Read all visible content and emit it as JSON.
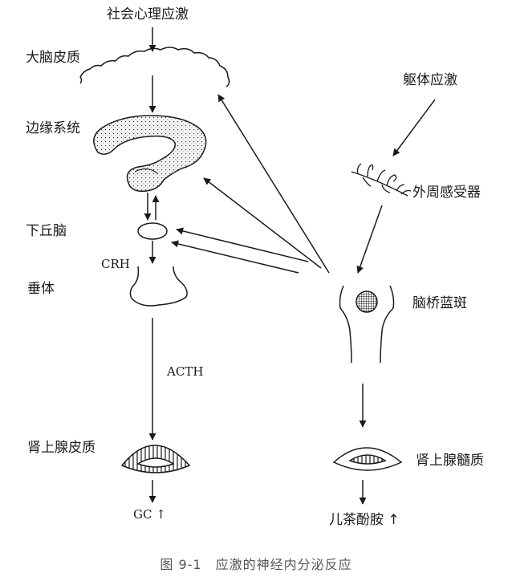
{
  "nodes": {
    "social_stress": "社会心理应激",
    "cortex": "大脑皮质",
    "limbic": "边缘系统",
    "hypothalamus": "下丘脑",
    "crh": "CRH",
    "pituitary": "垂体",
    "acth": "ACTH",
    "adrenal_cortex": "肾上腺皮质",
    "gc": "GC ↑",
    "somatic_stress": "躯体应激",
    "receptor": "外周感受器",
    "locus_coeruleus": "脑桥蓝斑",
    "adrenal_medulla": "肾上腺髓质",
    "catecholamine": "儿茶酚胺 ↑"
  },
  "caption": "图 9-1　应激的神经内分泌反应",
  "colors": {
    "ink": "#1a1a1a",
    "caption": "#555555"
  }
}
